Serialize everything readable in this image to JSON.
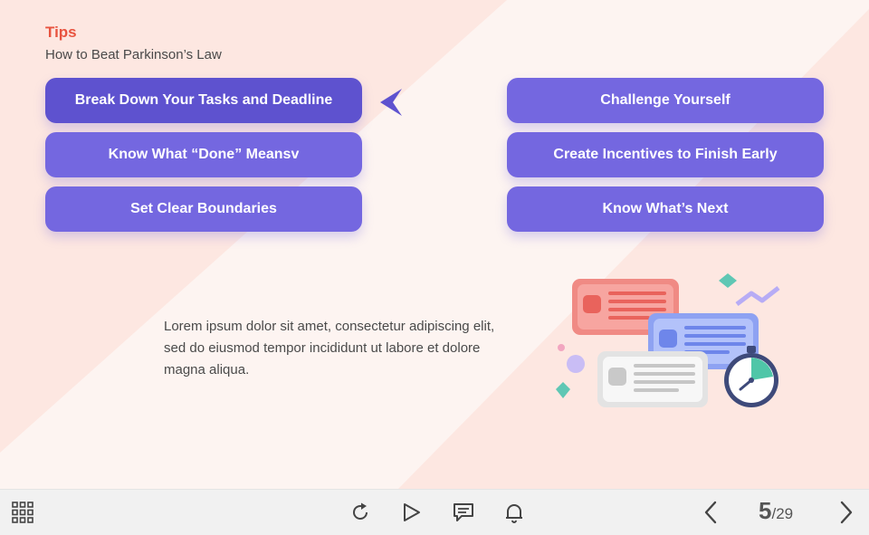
{
  "header": {
    "eyebrow": "Tips",
    "subtitle": "How to Beat Parkinson’s Law"
  },
  "buttons_left": [
    {
      "label": "Break Down Your Tasks and Deadline",
      "active": true
    },
    {
      "label": "Know What “Done” Meansv"
    },
    {
      "label": "Set Clear Boundaries"
    }
  ],
  "buttons_right": [
    {
      "label": "Challenge Yourself"
    },
    {
      "label": "Create Incentives to Finish Early"
    },
    {
      "label": "Know What’s Next"
    }
  ],
  "body_text": "Lorem ipsum dolor sit amet, consectetur adipiscing elit, sed do eiusmod tempor incididunt ut labore et dolore magna aliqua.",
  "illustration": {
    "name": "task-cards-stopwatch-illustration",
    "cards": [
      "red-card",
      "blue-card",
      "white-card"
    ],
    "extras": [
      "stopwatch-icon",
      "diamond-shape",
      "zigzag-shape",
      "sphere-shape"
    ]
  },
  "toolbar": {
    "icons": [
      "menu-grid-icon",
      "replay-icon",
      "play-icon",
      "comment-icon",
      "bell-icon",
      "prev-arrow-icon",
      "next-arrow-icon"
    ],
    "page_current": "5",
    "page_total": "/29"
  },
  "colors": {
    "accent": "#7467e0",
    "accent_active": "#5e52cf",
    "eyebrow": "#e8533f",
    "background": "#fde7e1"
  }
}
